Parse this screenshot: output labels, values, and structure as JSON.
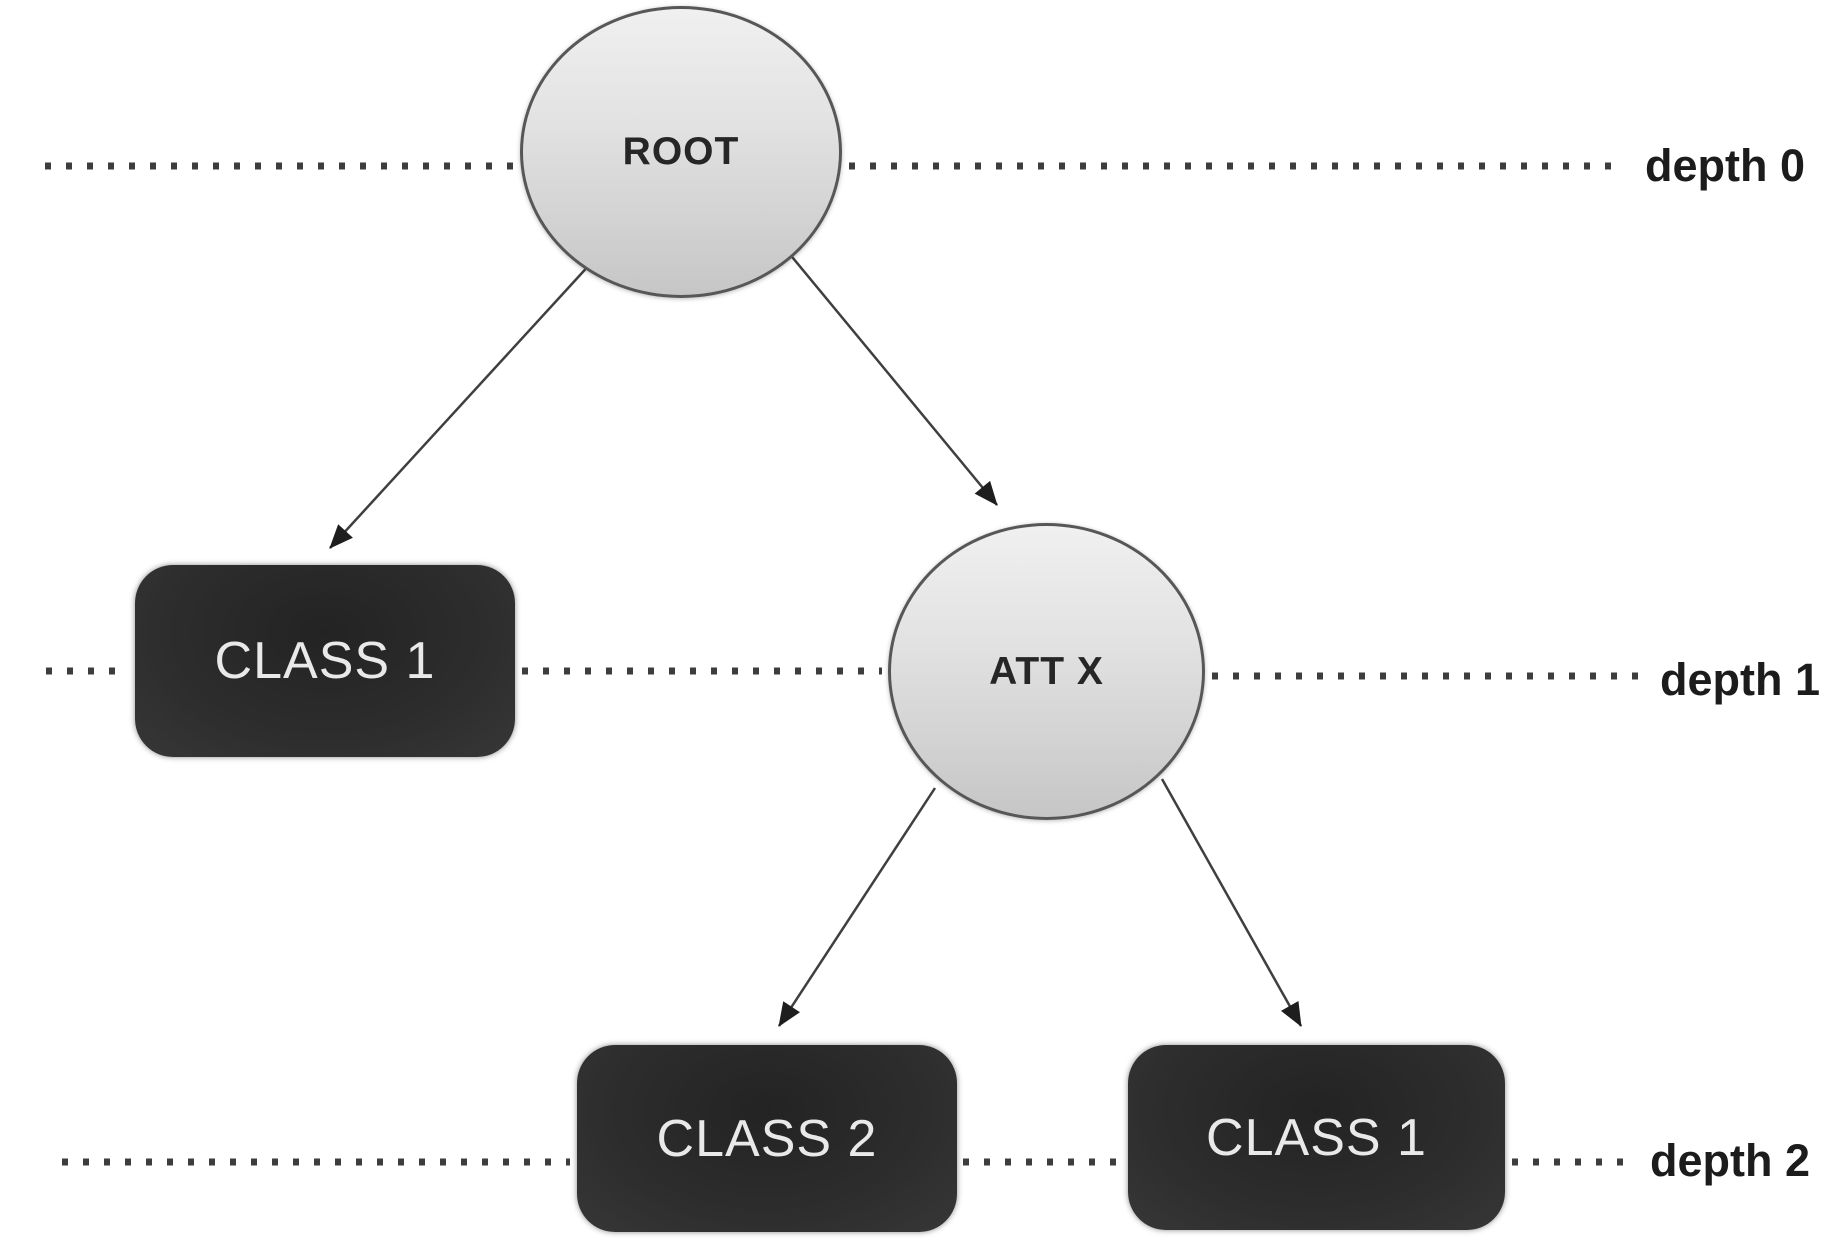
{
  "diagram": {
    "type": "decision-tree-depth-illustration",
    "nodes": {
      "root": {
        "label": "ROOT",
        "kind": "internal-node",
        "depth": 0
      },
      "class1_d1": {
        "label": "CLASS 1",
        "kind": "leaf-node",
        "depth": 1
      },
      "att_x": {
        "label": "ATT X",
        "kind": "internal-node",
        "depth": 1
      },
      "class2_d2": {
        "label": "CLASS 2",
        "kind": "leaf-node",
        "depth": 2
      },
      "class1_d2": {
        "label": "CLASS 1",
        "kind": "leaf-node",
        "depth": 2
      }
    },
    "edges": [
      {
        "from": "root",
        "to": "class1_d1"
      },
      {
        "from": "root",
        "to": "att_x"
      },
      {
        "from": "att_x",
        "to": "class2_d2"
      },
      {
        "from": "att_x",
        "to": "class1_d2"
      }
    ],
    "depth_rulers": [
      {
        "label": "depth 0"
      },
      {
        "label": "depth 1"
      },
      {
        "label": "depth 2"
      }
    ],
    "colors": {
      "background": "#ffffff",
      "internal_node_fill_top": "#f0f0f0",
      "internal_node_fill_bottom": "#c6c6c6",
      "internal_node_border": "#575757",
      "internal_node_text": "#262626",
      "leaf_node_fill": "#2d2d2d",
      "leaf_node_text": "#e9e9e9",
      "ruler_dots": "#3d3d3d",
      "edge_line": "#3f3f3f",
      "arrowhead": "#1e1e1e",
      "depth_label_text": "#1c1c1c"
    }
  }
}
